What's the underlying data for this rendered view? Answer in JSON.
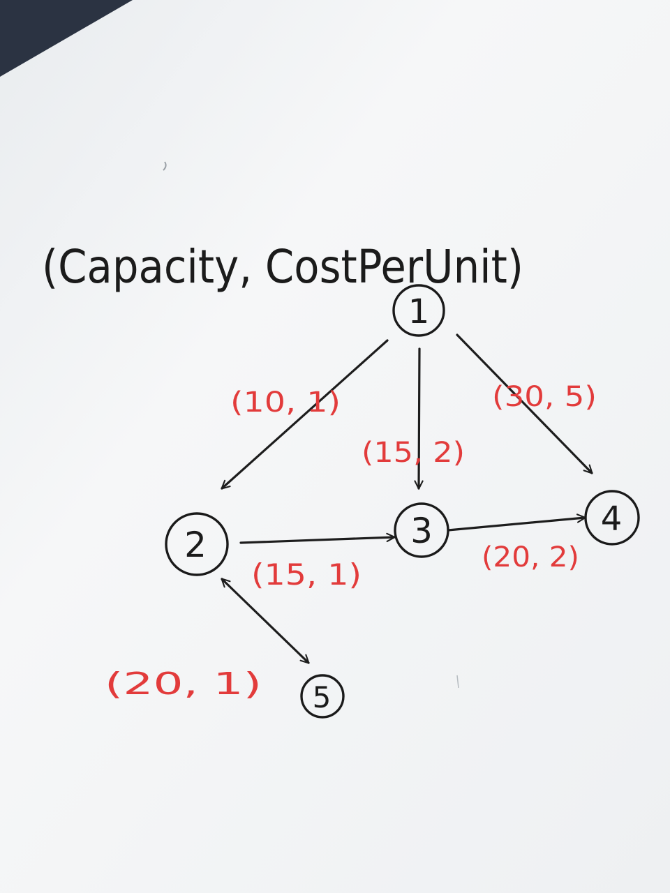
{
  "legend": {
    "text": "(Capacity, CostPerUnit)"
  },
  "colors": {
    "ink": "#1b1b1b",
    "label_ink": "#e23b3b",
    "paper": "#f4f5f6"
  },
  "nodes": [
    {
      "id": "1",
      "label": "1"
    },
    {
      "id": "2",
      "label": "2"
    },
    {
      "id": "3",
      "label": "3"
    },
    {
      "id": "4",
      "label": "4"
    },
    {
      "id": "5",
      "label": "5"
    }
  ],
  "edges": [
    {
      "from": "1",
      "to": "2",
      "label": "(10, 1)",
      "capacity": 10,
      "cost_per_unit": 1
    },
    {
      "from": "1",
      "to": "3",
      "label": "(15, 2)",
      "capacity": 15,
      "cost_per_unit": 2
    },
    {
      "from": "1",
      "to": "4",
      "label": "(30, 5)",
      "capacity": 30,
      "cost_per_unit": 5
    },
    {
      "from": "2",
      "to": "3",
      "label": "(15, 1)",
      "capacity": 15,
      "cost_per_unit": 1
    },
    {
      "from": "3",
      "to": "4",
      "label": "(20, 2)",
      "capacity": 20,
      "cost_per_unit": 2
    },
    {
      "from": "2",
      "to": "5",
      "label": "(20, 1)",
      "capacity": 20,
      "cost_per_unit": 1
    }
  ]
}
